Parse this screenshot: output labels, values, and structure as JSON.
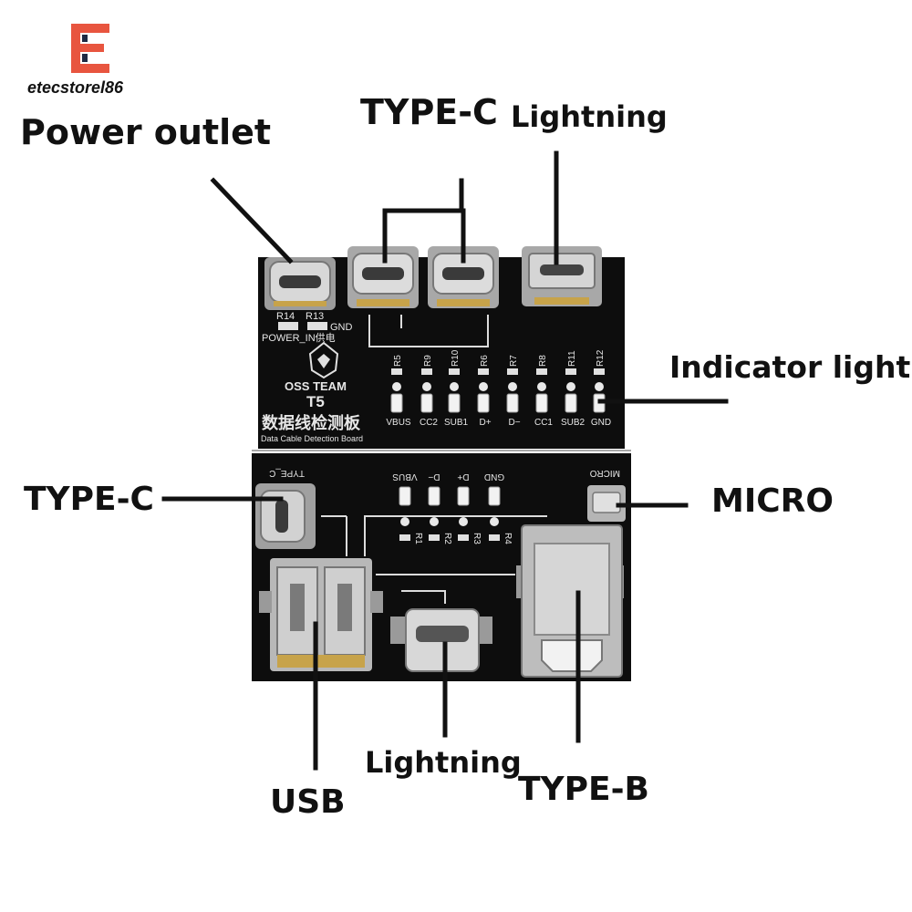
{
  "brand": {
    "text": "etecstorel86",
    "accent": "#e8553f",
    "secondary": "#1f2a44"
  },
  "callouts": {
    "power_outlet": "Power outlet",
    "typec_top": "TYPE-C",
    "lightning_top": "Lightning",
    "indicator_light": "Indicator light",
    "typec_left": "TYPE-C",
    "micro": "MICRO",
    "usb": "USB",
    "lightning_bottom": "Lightning",
    "typeb": "TYPE-B"
  },
  "board": {
    "color": "#0d0d0d",
    "r14": "R14",
    "r13": "R13",
    "gnd": "GND",
    "power_in": "POWER_IN供电",
    "team": "OSS TEAM",
    "model": "T5",
    "title_cn": "数据线检测板",
    "title_en": "Data Cable Detection Board",
    "resistors_top": [
      "R5",
      "R9",
      "R10",
      "R6",
      "R7",
      "R8",
      "R11",
      "R12"
    ],
    "signals_top": [
      "VBUS",
      "CC2",
      "SUB1",
      "D+",
      "D−",
      "CC1",
      "SUB2",
      "GND"
    ],
    "typec_label": "TYPE_C",
    "micro_label": "MICRO",
    "signals_bottom": [
      "VBUS",
      "D−",
      "D+",
      "GND"
    ],
    "resistors_bottom": [
      "R1",
      "R2",
      "R3",
      "R4"
    ]
  }
}
